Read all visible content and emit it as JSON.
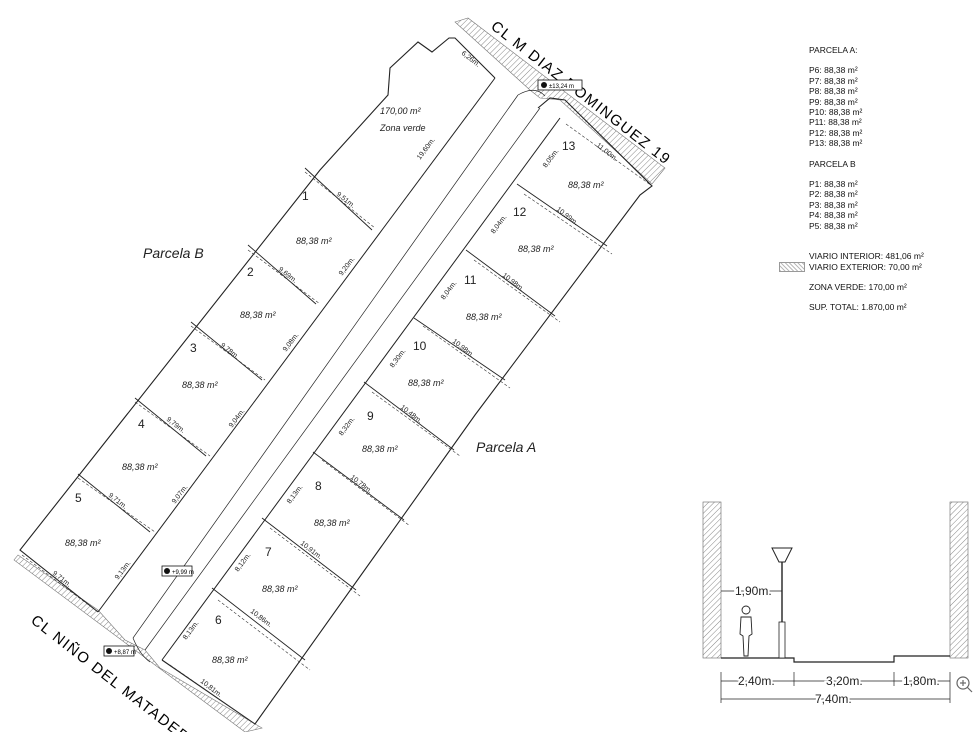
{
  "streets": {
    "north": "CL M DIAZ DOMINGUEZ 19",
    "south": "CL NIÑO DEL MATADERO"
  },
  "parcels": {
    "b_label": "Parcela B",
    "a_label": "Parcela A"
  },
  "green_zone": {
    "area": "170,00 m²",
    "label": "Zona verde"
  },
  "plots": [
    {
      "num": "1",
      "area": "88,38 m²"
    },
    {
      "num": "2",
      "area": "88,38 m²"
    },
    {
      "num": "3",
      "area": "88,38 m²"
    },
    {
      "num": "4",
      "area": "88,38 m²"
    },
    {
      "num": "5",
      "area": "88,38 m²"
    },
    {
      "num": "6",
      "area": "88,38 m²"
    },
    {
      "num": "7",
      "area": "88,38 m²"
    },
    {
      "num": "8",
      "area": "88,38 m²"
    },
    {
      "num": "9",
      "area": "88,38 m²"
    },
    {
      "num": "10",
      "area": "88,38 m²"
    },
    {
      "num": "11",
      "area": "88,38 m²"
    },
    {
      "num": "12",
      "area": "88,38 m²"
    },
    {
      "num": "13",
      "area": "88,38 m²"
    }
  ],
  "dims_b": [
    "9,51m.",
    "9,69m.",
    "9,78m.",
    "9,79m.",
    "9,71m.",
    "9,71m."
  ],
  "dims_a": [
    "10,81m.",
    "10,86m.",
    "10,91m.",
    "10,78m.",
    "10,48m.",
    "10,98m.",
    "10,98m.",
    "10,99m.",
    "11,00m."
  ],
  "dims_street_b": [
    "19,60m.",
    "9,20m.",
    "9,08m.",
    "9,04m.",
    "9,07m.",
    "9,13m."
  ],
  "dims_street_a": [
    "8,13m.",
    "8,12m.",
    "8,13m.",
    "8,32m.",
    "8,30m.",
    "8,04m.",
    "8,04m.",
    "8,05m."
  ],
  "top_dim": "6,26m.",
  "levels": [
    "±13,24 m",
    "+9,99 m",
    "+8,87 m"
  ],
  "legend": {
    "parcela_a_title": "PARCELA A:",
    "parcela_a_items": [
      "P6: 88,38 m²",
      "P7: 88,38 m²",
      "P8: 88,38 m²",
      "P9: 88,38 m²",
      "P10: 88,38 m²",
      "P11: 88,38 m²",
      "P12: 88,38 m²",
      "P13: 88,38 m²"
    ],
    "parcela_b_title": "PARCELA B",
    "parcela_b_items": [
      "P1: 88,38 m²",
      "P2: 88,38 m²",
      "P3: 88,38 m²",
      "P4: 88,38 m²",
      "P5: 88,38 m²"
    ],
    "viario_interior": "VIARIO INTERIOR: 481,06 m²",
    "viario_exterior": "VIARIO EXTERIOR: 70,00 m²",
    "zona_verde": "ZONA VERDE: 170,00 m²",
    "sup_total": "SUP. TOTAL: 1.870,00 m²"
  },
  "section": {
    "dim_top": "1,90m.",
    "dim_left": "2,40m.",
    "dim_mid": "3,20m.",
    "dim_right": "1,80m.",
    "dim_total": "7,40m."
  },
  "zoom_icon": "zoom-in-icon"
}
